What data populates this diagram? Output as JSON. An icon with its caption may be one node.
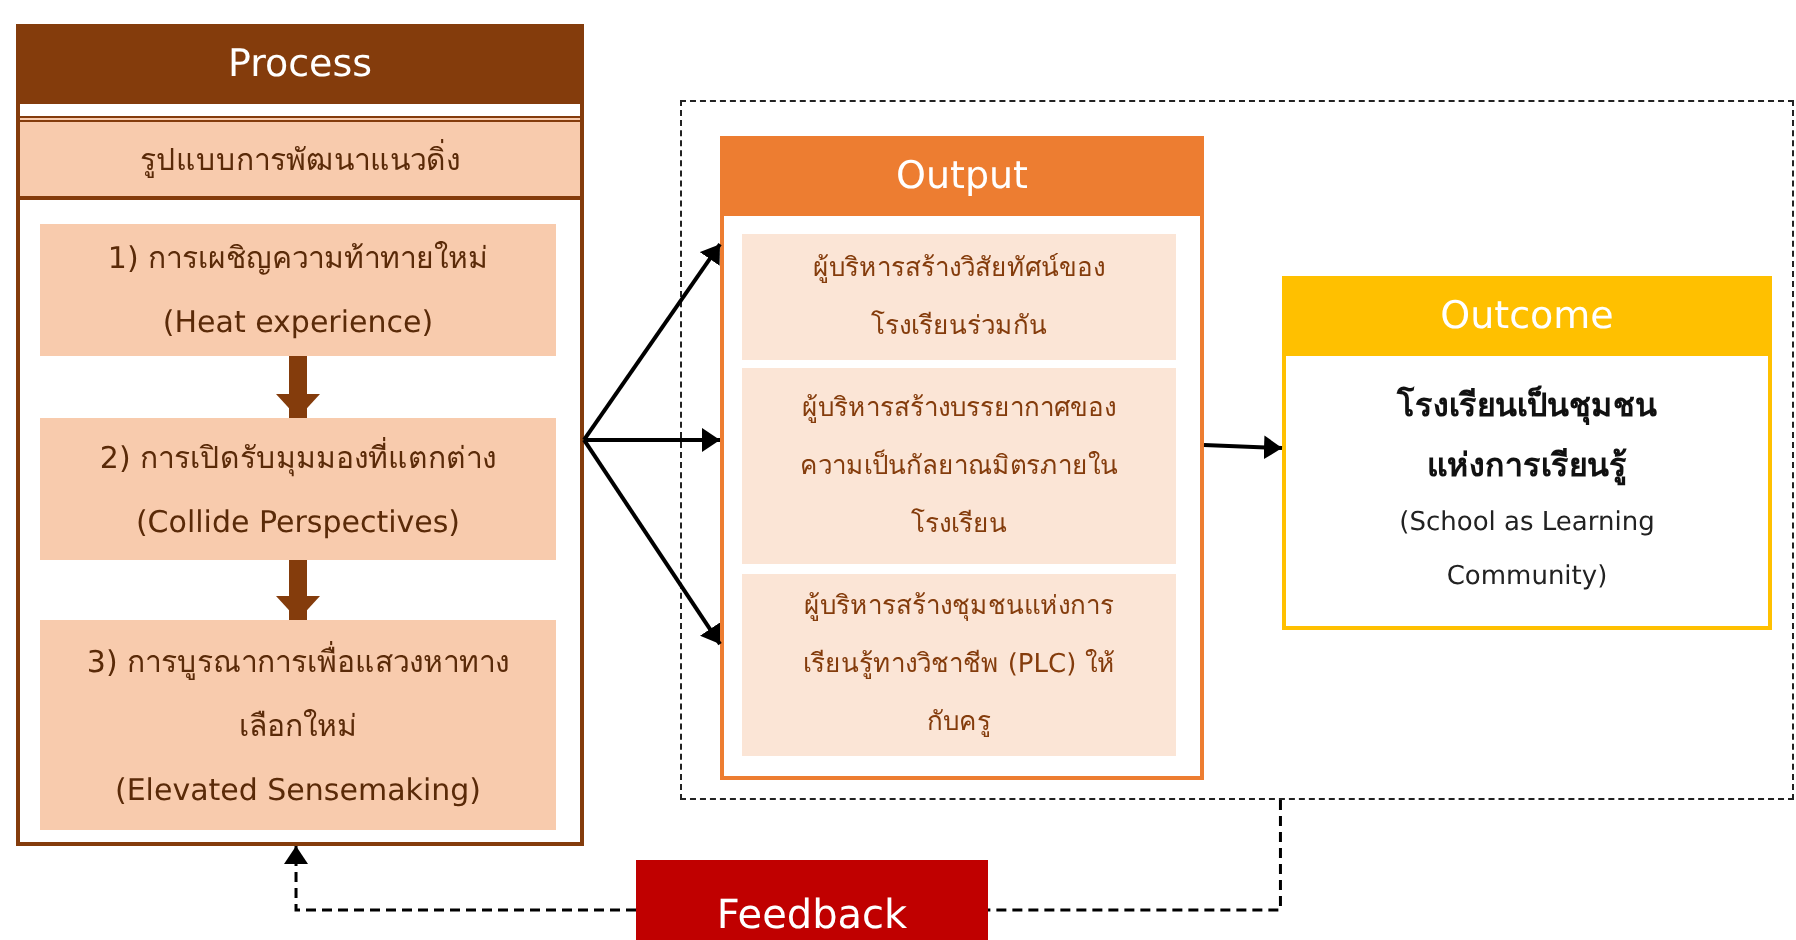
{
  "diagram": {
    "nodes": [
      {
        "text": [
          "Process"
        ]
      },
      {
        "text": [
          "รูปแบบการพัฒนาแนวดิ่ง"
        ],
        "in": 0
      },
      {
        "text": [
          "1) การเผชิญความท้าทายใหม่",
          "(Heat experience)"
        ],
        "in": 0
      },
      {
        "text": [
          "2) การเปิดรับมุมมองที่แตกต่าง",
          "(Collide Perspectives)"
        ],
        "in": 0
      },
      {
        "text": [
          "3) การบูรณาการเพื่อแสวงหาทางเลือกใหม่",
          "(Elevated Sensemaking)"
        ],
        "in": 0
      },
      {
        "text": [],
        "shape": "box"
      },
      {
        "text": [
          "Output"
        ],
        "in": 5
      },
      {
        "text": [
          "ผู้บริหารสร้างวิสัยทัศน์ของโรงเรียนร่วมกัน"
        ],
        "in": 6
      },
      {
        "text": [
          "ผู้บริหารสร้างบรรยากาศของความเป็นกัลยาณมิตรภายในโรงเรียน"
        ],
        "in": 6
      },
      {
        "text": [
          "ผู้บริหารสร้างชุมชนแห่งการเรียนรู้ทางวิชาชีพ (PLC) ให้กับครู"
        ],
        "in": 6
      },
      {
        "text": [
          "Outcome",
          "โรงเรียนเป็นชุมชนแห่งการเรียนรู้",
          "(School as Learning Community)"
        ],
        "in": 5
      },
      {
        "text": [
          "Feedback"
        ]
      }
    ],
    "edges": [
      {
        "from": 2,
        "to": 3,
        "arrow": "to",
        "style": "thick",
        "color": "#843c0c"
      },
      {
        "from": 3,
        "to": 4,
        "arrow": "to",
        "style": "thick",
        "color": "#843c0c"
      },
      {
        "from": 0,
        "to": 6,
        "arrow": "to"
      },
      {
        "from": 0,
        "to": 6,
        "arrow": "to"
      },
      {
        "from": 0,
        "to": 6,
        "arrow": "to"
      },
      {
        "from": 6,
        "to": 10,
        "arrow": "to"
      },
      {
        "from": 5,
        "to": 11,
        "arrow": "none",
        "style": "dashed"
      },
      {
        "from": 11,
        "to": 0,
        "arrow": "to",
        "style": "dashed"
      }
    ]
  }
}
